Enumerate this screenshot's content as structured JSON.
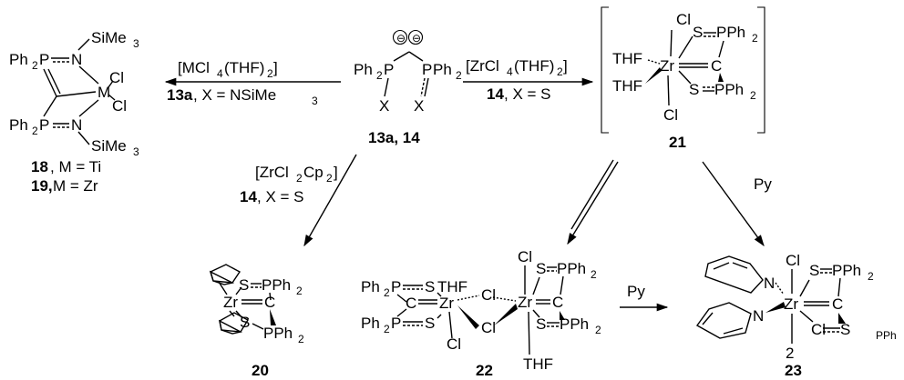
{
  "compounds": {
    "c13": {
      "label": "13a, 14",
      "atoms": [
        "Ph",
        "2",
        "P",
        "P",
        "Ph",
        "2",
        "X",
        "X",
        "⊖",
        "⊖"
      ]
    },
    "c18": {
      "atoms": [
        "Ph",
        "2",
        "P",
        "N",
        "SiMe",
        "3",
        "Cl",
        "M",
        "Cl",
        "Ph",
        "2",
        "P",
        "N",
        "SiMe",
        "3"
      ],
      "label1_num": "18",
      "label1_rest": ", M = Ti",
      "label2_num": "19,",
      "label2_rest": " M = Zr"
    },
    "c21": {
      "label": "21",
      "atoms": [
        "Cl",
        "S",
        "PPh",
        "2",
        "THF",
        "Zr",
        "C",
        "THF",
        "S",
        "PPh",
        "2",
        "Cl"
      ]
    },
    "c20": {
      "label": "20",
      "atoms": [
        "S",
        "PPh",
        "2",
        "Zr",
        "C",
        "S",
        "PPh",
        "2"
      ]
    },
    "c22": {
      "label": "22",
      "atoms": [
        "Ph",
        "2",
        "P",
        "S",
        "THF",
        "C",
        "Zr",
        "Cl",
        "Cl",
        "Cl",
        "Ph",
        "2",
        "P",
        "S",
        "Cl",
        "S",
        "PPh",
        "2",
        "Zr",
        "C",
        "S",
        "PPh",
        "2",
        "THF"
      ]
    },
    "c23": {
      "label": "23",
      "atoms": [
        "Cl",
        "S",
        "PPh",
        "2",
        "N",
        "Zr",
        "C",
        "N",
        "Cl",
        "S",
        "PPh",
        "2"
      ]
    }
  },
  "reactions": {
    "to18": {
      "reagent_pre": "[MCl",
      "reagent_sub1": "4",
      "reagent_mid": "(THF)",
      "reagent_sub2": "2",
      "reagent_post": "]",
      "cond_num": "13a",
      "cond_pre": ", X = NSiMe",
      "cond_sub": "3"
    },
    "to21": {
      "reagent_pre": "[ZrCl",
      "reagent_sub1": "4",
      "reagent_mid": "(THF)",
      "reagent_sub2": "2",
      "reagent_post": "]",
      "cond_num": "14",
      "cond_rest": ", X = S"
    },
    "to20": {
      "reagent_pre": "[ZrCl",
      "reagent_sub1": "2",
      "reagent_mid": "Cp",
      "reagent_sub2": "2",
      "reagent_post": "]",
      "cond_num": "14",
      "cond_rest": ", X = S"
    },
    "to23": {
      "reagent": "Py"
    },
    "22to23": {
      "reagent": "Py"
    }
  }
}
